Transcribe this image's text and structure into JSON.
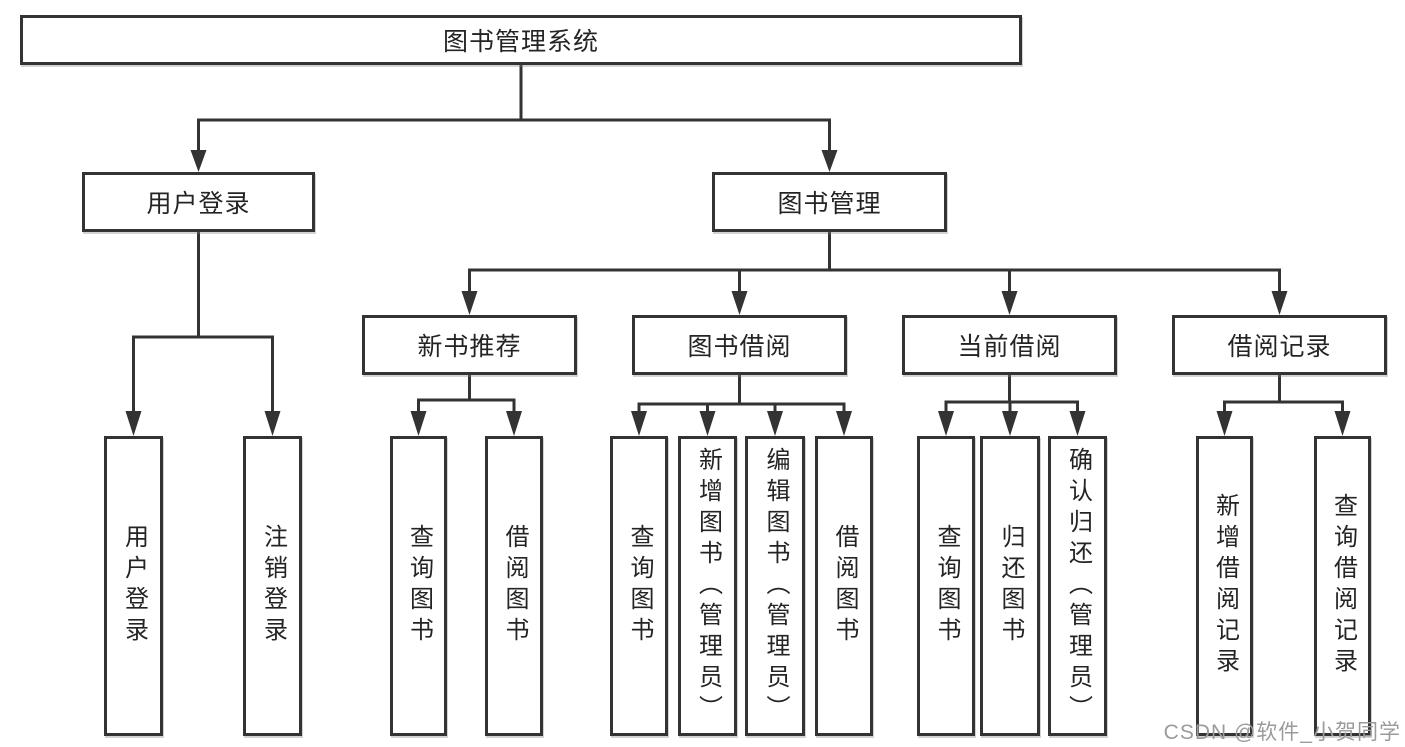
{
  "root": {
    "label": "图书管理系统"
  },
  "level1": [
    {
      "id": "user-login",
      "label": "用户登录"
    },
    {
      "id": "book-management",
      "label": "图书管理"
    }
  ],
  "level2": [
    {
      "id": "new-book-recommendation",
      "parent": "图书管理",
      "label": "新书推荐"
    },
    {
      "id": "book-borrowing",
      "parent": "图书管理",
      "label": "图书借阅"
    },
    {
      "id": "current-borrowing",
      "parent": "图书管理",
      "label": "当前借阅"
    },
    {
      "id": "borrowing-records",
      "parent": "图书管理",
      "label": "借阅记录"
    }
  ],
  "leaves": [
    {
      "parent": "用户登录",
      "label": "用户登录"
    },
    {
      "parent": "用户登录",
      "label": "注销登录"
    },
    {
      "parent": "新书推荐",
      "label": "查询图书"
    },
    {
      "parent": "新书推荐",
      "label": "借阅图书"
    },
    {
      "parent": "图书借阅",
      "label": "查询图书"
    },
    {
      "parent": "图书借阅",
      "label": "新增图书（管理员）"
    },
    {
      "parent": "图书借阅",
      "label": "编辑图书（管理员）"
    },
    {
      "parent": "图书借阅",
      "label": "借阅图书"
    },
    {
      "parent": "当前借阅",
      "label": "查询图书"
    },
    {
      "parent": "当前借阅",
      "label": "归还图书"
    },
    {
      "parent": "当前借阅",
      "label": "确认归还（管理员）"
    },
    {
      "parent": "借阅记录",
      "label": "新增借阅记录"
    },
    {
      "parent": "借阅记录",
      "label": "查询借阅记录"
    }
  ],
  "watermark": {
    "text": "CSDN @软件_小贺同学"
  },
  "colors": {
    "line": "#333333",
    "text": "#242424",
    "watermark": "#9b9b9b",
    "background": "#ffffff"
  }
}
